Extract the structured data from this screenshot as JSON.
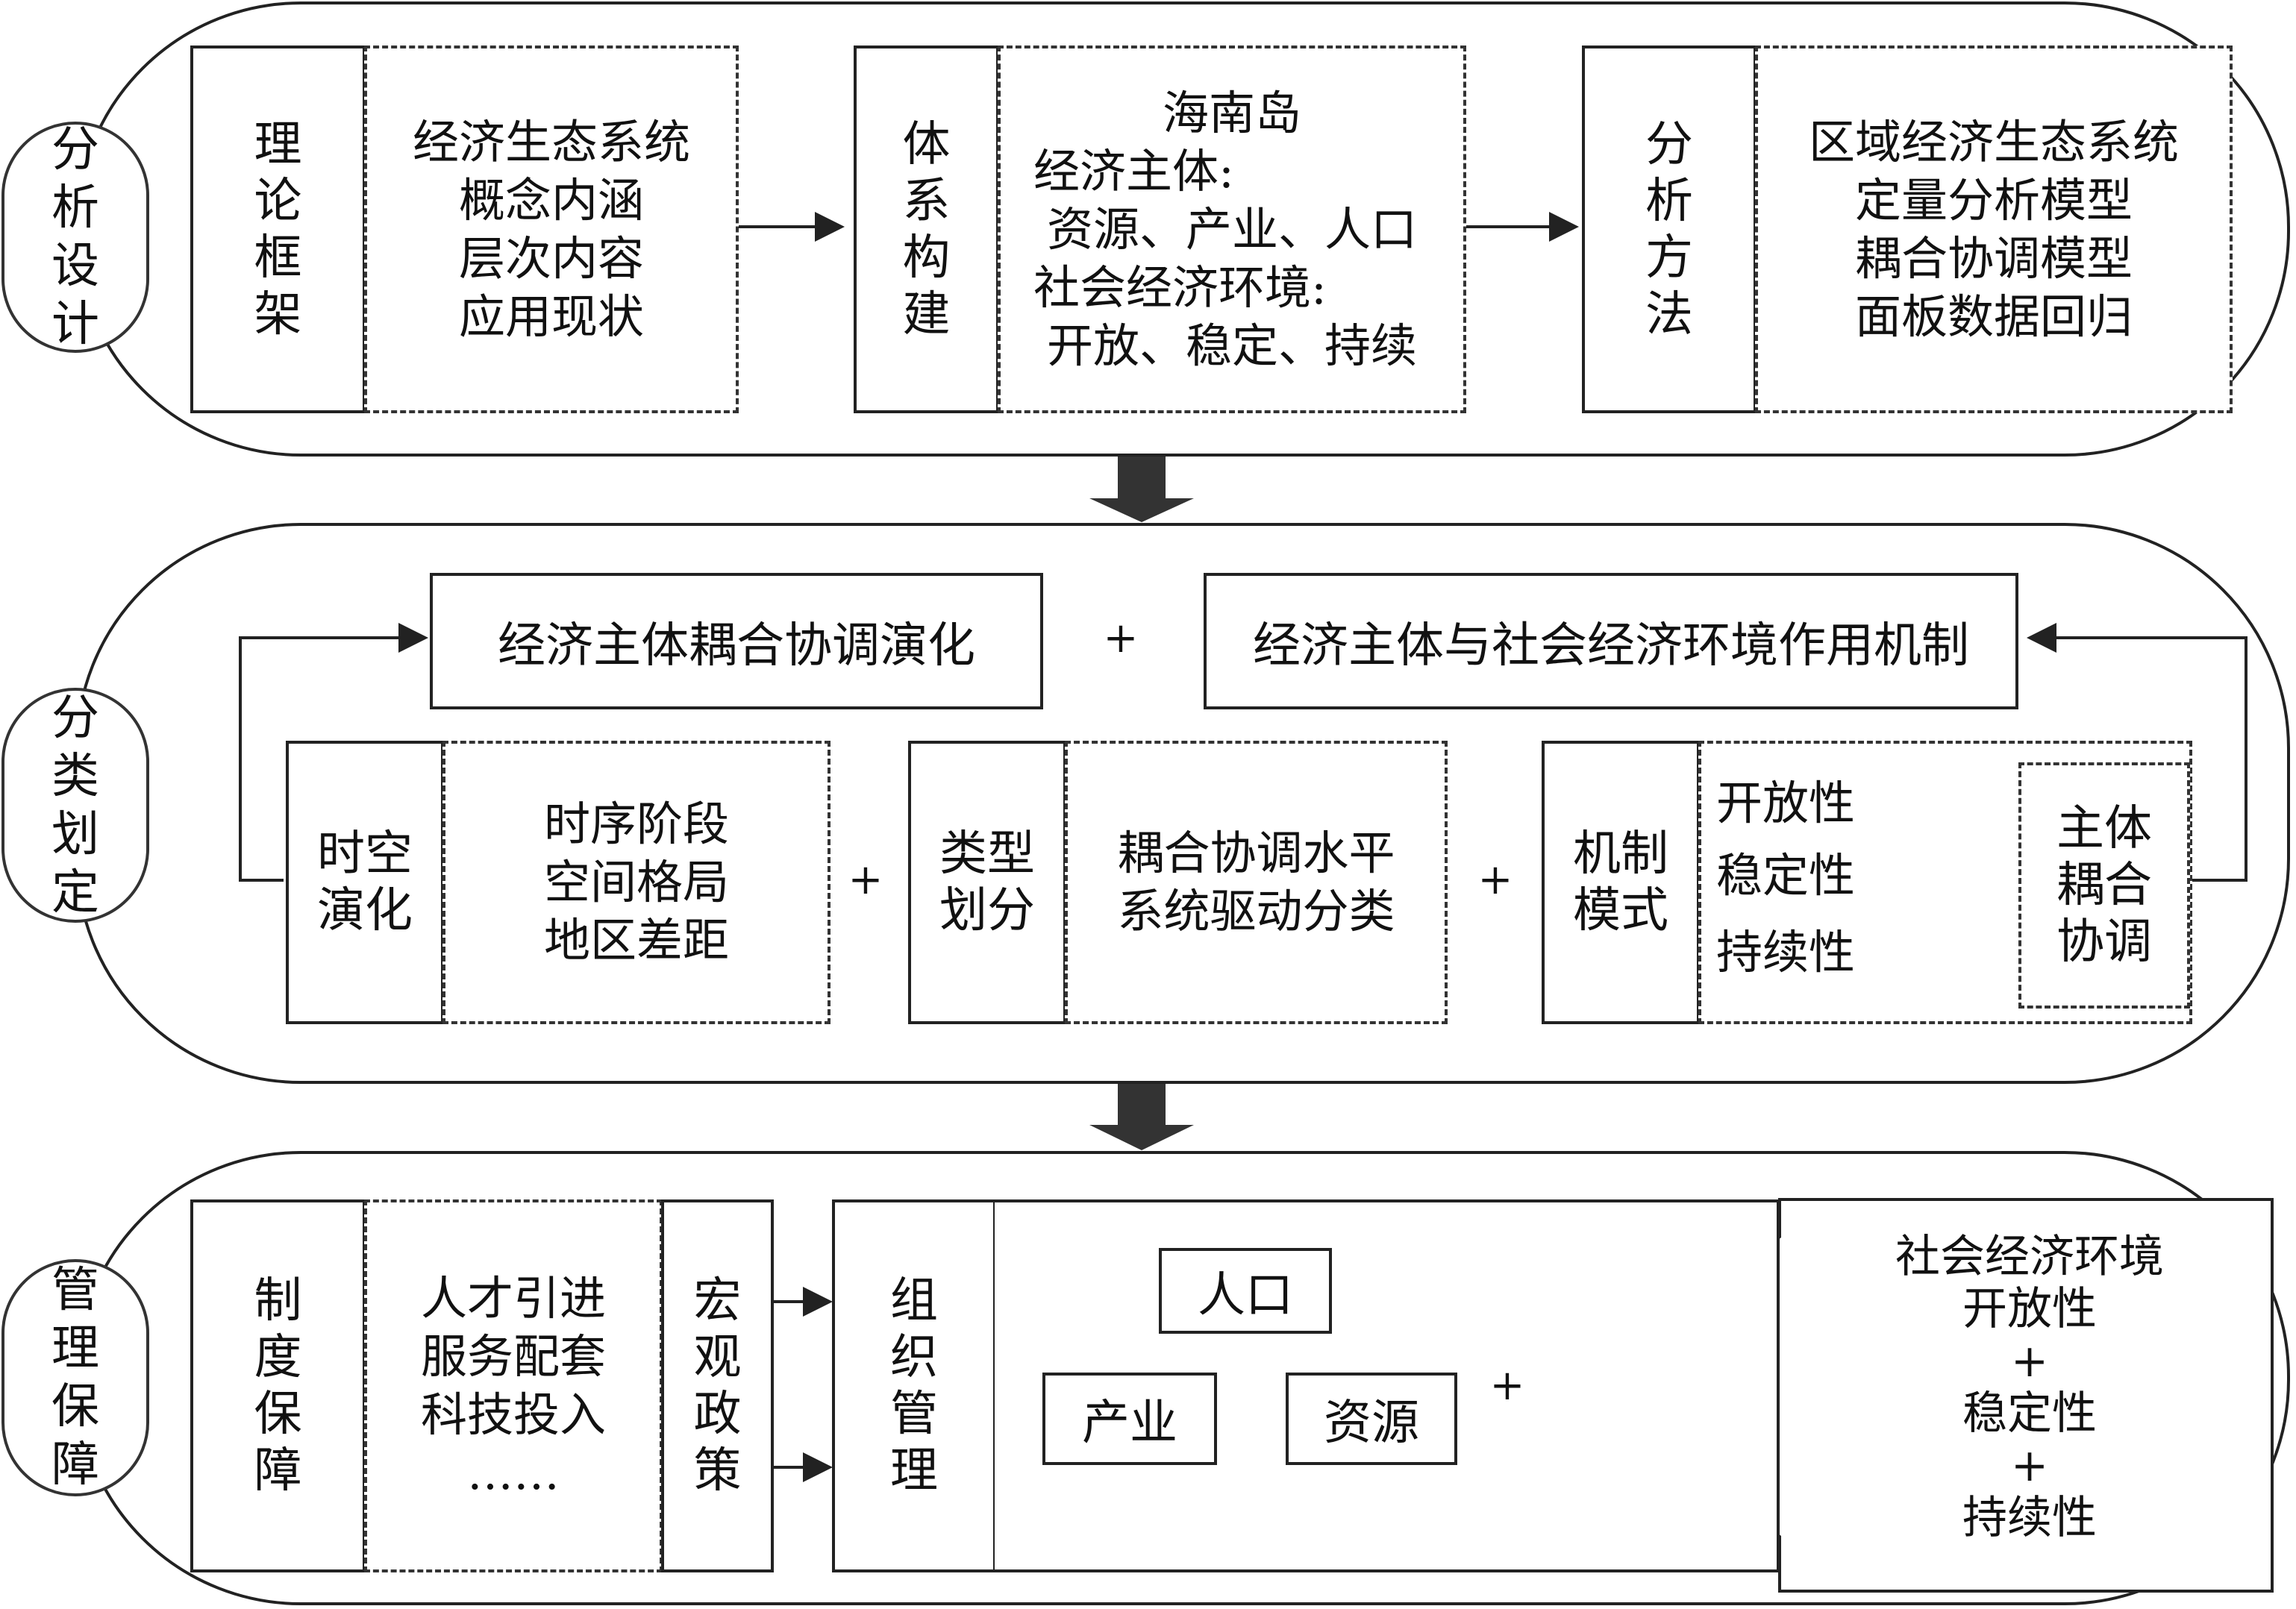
{
  "sections": {
    "design": {
      "label": "分析设计",
      "theory": {
        "title": "理论框架",
        "items": [
          "经济生态系统",
          "概念内涵",
          "层次内容",
          "应用现状"
        ]
      },
      "system": {
        "title": "体系构建",
        "heading": "海南岛",
        "items": [
          "经济主体:",
          "资源、产业、人口",
          "社会经济环境:",
          "开放、稳定、持续"
        ]
      },
      "method": {
        "title": "分析方法",
        "items": [
          "区域经济生态系统",
          "定量分析模型",
          "耦合协调模型",
          "面板数据回归"
        ]
      }
    },
    "classify": {
      "label": "分类划定",
      "top_left": "经济主体耦合协调演化",
      "top_right": "经济主体与社会经济环境作用机制",
      "plus": "+",
      "spatiotemporal": {
        "title": "时空演化",
        "items": [
          "时序阶段",
          "空间格局",
          "地区差距"
        ]
      },
      "typing": {
        "title": "类型划分",
        "items": [
          "耦合协调水平",
          "系统驱动分类"
        ]
      },
      "mechanism": {
        "title": "机制模式",
        "factors": [
          "开放性",
          "稳定性",
          "持续性"
        ],
        "target": "主体耦合协调"
      }
    },
    "manage": {
      "label": "管理保障",
      "institution": {
        "title": "制度保障",
        "items": [
          "人才引进",
          "服务配套",
          "科技投入",
          "……"
        ]
      },
      "macro": "宏观政策",
      "organize": {
        "title": "组织管理",
        "population": "人口",
        "industry": "产业",
        "resource": "资源"
      },
      "environment": {
        "items": [
          "社会经济环境",
          "开放性",
          "+",
          "稳定性",
          "+",
          "持续性"
        ]
      }
    }
  }
}
